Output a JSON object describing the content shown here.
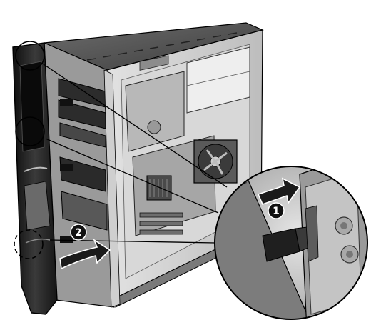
{
  "diagram": {
    "steps": [
      {
        "number": "1",
        "action": "push-tab-arrow"
      },
      {
        "number": "2",
        "action": "rotate-bezel-arrow"
      }
    ],
    "colors": {
      "chassis_dark": "#3a3a3a",
      "chassis_mid": "#8a8a8a",
      "chassis_light": "#c9c9c9",
      "bezel_black": "#1c1c1c",
      "callout_bg": "#111111",
      "arrow_fill": "#222222",
      "outline": "#000000"
    },
    "icons": [
      "chassis-illustration",
      "front-bezel",
      "zoom-magnifier",
      "curved-arrow",
      "straight-arrow"
    ]
  }
}
